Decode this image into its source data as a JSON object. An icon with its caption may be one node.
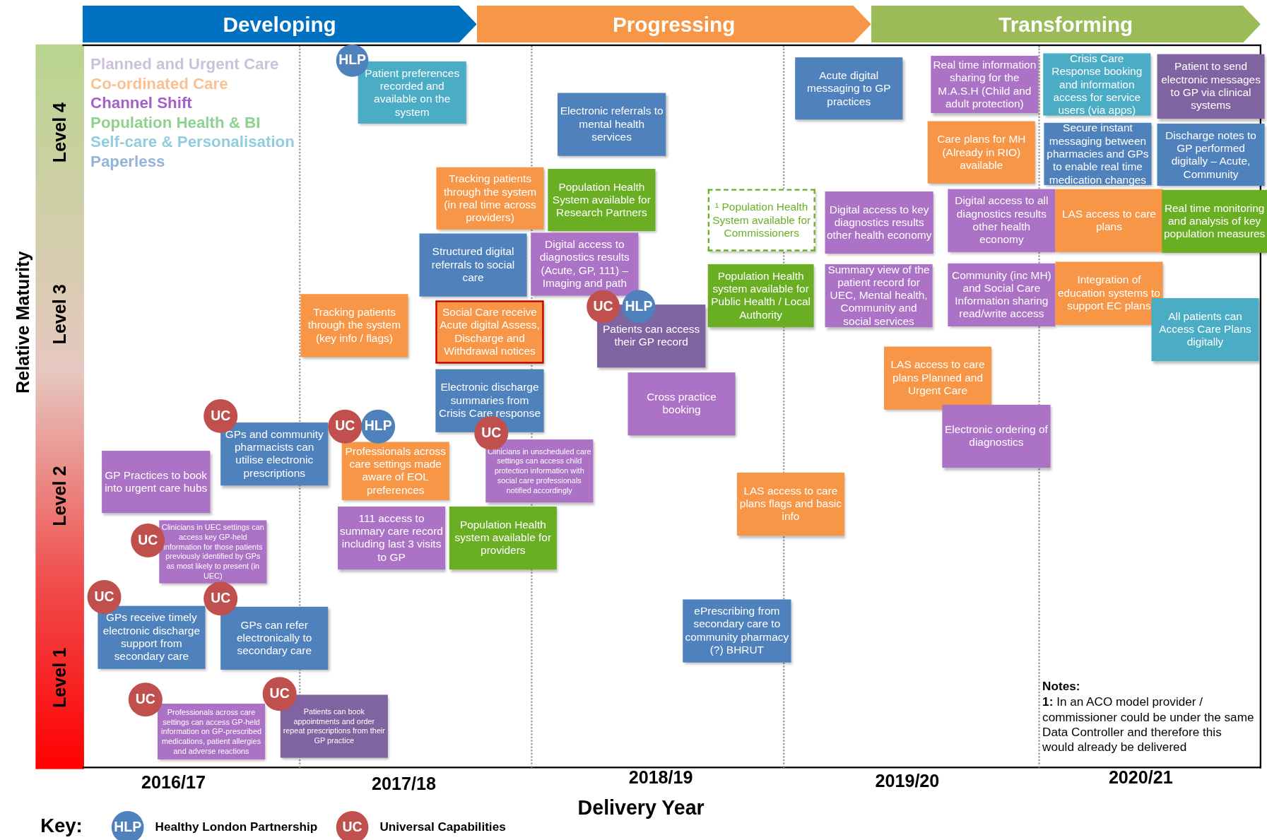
{
  "diagram": {
    "nodes": [
      {
        "text": [
          "Developing"
        ]
      },
      {
        "text": [
          "Progressing"
        ]
      },
      {
        "text": [
          "Transforming"
        ]
      },
      {
        "text": [
          "HLP"
        ]
      },
      {
        "text": [
          "Patient preferences recorded and available on the system"
        ]
      },
      {
        "text": [
          "Electronic referrals to mental health services"
        ]
      },
      {
        "text": [
          "Acute digital messaging to GP practices"
        ]
      },
      {
        "text": [
          "Real time information sharing for the M.A.S.H (Child and adult protection)"
        ]
      },
      {
        "text": [
          "Crisis Care Response booking and information access for service users (via apps)"
        ]
      },
      {
        "text": [
          "Patient to send electronic messages to GP via clinical systems"
        ]
      },
      {
        "text": [
          "Care plans for MH (Already in RIO) available"
        ]
      },
      {
        "text": [
          "Secure instant messaging between pharmacies and GPs to enable real time medication changes"
        ]
      },
      {
        "text": [
          "Discharge notes to GP performed digitally – Acute, Community"
        ]
      },
      {
        "text": [
          "Tracking patients through the system (in real time across providers)"
        ]
      },
      {
        "text": [
          "Population Health System available for Research Partners"
        ]
      },
      {
        "text": [
          "¹ Population Health System available for Commissioners"
        ]
      },
      {
        "text": [
          "Digital access to key diagnostics results other health economy"
        ]
      },
      {
        "text": [
          "Digital access to all diagnostics results other health economy"
        ]
      },
      {
        "text": [
          "LAS access to care plans"
        ]
      },
      {
        "text": [
          "Real time monitoring and analysis of key population measures"
        ]
      },
      {
        "text": [
          "Structured digital referrals to social care"
        ]
      },
      {
        "text": [
          "Digital access to diagnostics results (Acute, GP, 111) – Imaging and path"
        ]
      },
      {
        "text": [
          "Population Health system available for Public Health / Local Authority"
        ]
      },
      {
        "text": [
          "Summary view of the patient record for UEC, Mental health, Community and social services"
        ]
      },
      {
        "text": [
          "Community (inc MH) and Social Care Information sharing read/write access"
        ]
      },
      {
        "text": [
          "Integration of education systems to support EC plans"
        ]
      },
      {
        "text": [
          "Tracking patients through the system (key info / flags)"
        ]
      },
      {
        "text": [
          "Social Care receive Acute digital Assess, Discharge and Withdrawal notices"
        ]
      },
      {
        "text": [
          "UC"
        ]
      },
      {
        "text": [
          "HLP"
        ]
      },
      {
        "text": [
          "Patients can access their GP record"
        ]
      },
      {
        "text": [
          "All patients can Access Care Plans digitally"
        ]
      },
      {
        "text": [
          "LAS access to care plans Planned and Urgent Care"
        ]
      },
      {
        "text": [
          "Electronic discharge summaries from Crisis Care response"
        ]
      },
      {
        "text": [
          "Cross practice booking"
        ]
      },
      {
        "text": [
          "UC"
        ]
      },
      {
        "text": [
          "GPs and community pharmacists can utilise electronic prescriptions"
        ]
      },
      {
        "text": [
          "UC"
        ]
      },
      {
        "text": [
          "HLP"
        ]
      },
      {
        "text": [
          "Professionals across care settings made aware of EOL preferences"
        ]
      },
      {
        "text": [
          "UC"
        ]
      },
      {
        "text": [
          "Clinicians in unscheduled care settings can access child protection information with social care professionals notified accordingly"
        ]
      },
      {
        "text": [
          "Electronic ordering of diagnostics"
        ]
      },
      {
        "text": [
          "GP Practices to book into urgent care hubs"
        ]
      },
      {
        "text": [
          "LAS access to care plans flags and basic info"
        ]
      },
      {
        "text": [
          "111 access to summary care record including last 3 visits to GP"
        ]
      },
      {
        "text": [
          "Population Health system available for providers"
        ]
      },
      {
        "text": [
          "UC"
        ]
      },
      {
        "text": [
          "Clinicians in UEC settings can access key GP-held information for those patients previously identified by GPs as most likely to present (in UEC)"
        ]
      },
      {
        "text": [
          "UC"
        ]
      },
      {
        "text": [
          "UC"
        ]
      },
      {
        "text": [
          "GPs receive timely electronic discharge support from secondary care"
        ]
      },
      {
        "text": [
          "GPs can refer electronically to secondary care"
        ]
      },
      {
        "text": [
          "ePrescribing from secondary care to community pharmacy (?) BHRUT"
        ]
      },
      {
        "text": [
          "UC"
        ]
      },
      {
        "text": [
          "Professionals across care settings can access GP-held information on GP-prescribed medications, patient allergies and adverse reactions"
        ]
      },
      {
        "text": [
          "UC"
        ]
      },
      {
        "text": [
          "Patients can book appointments and order repeat prescriptions from their GP practice"
        ]
      },
      {
        "text": [
          "HLP"
        ],
        "beside": [
          "Healthy London Partnership"
        ]
      },
      {
        "text": [
          "UC"
        ],
        "beside": [
          "Universal Capabilities"
        ]
      }
    ],
    "labels": [
      "Relative Maturity",
      "Level 4",
      "Level 3",
      "Level 2",
      "Level 1",
      "Notes:",
      "**1:** In an ACO model provider / commissioner could be under the same Data Controller and therefore this would already be delivered",
      "2016/17",
      "2017/18",
      "2018/19",
      "2019/20",
      "2020/21",
      "Delivery Year",
      "Key:"
    ],
    "legend": [
      {
        "text": "Planned and Urgent Care",
        "color": "#ccc1da"
      },
      {
        "text": "Co-ordinated Care",
        "color": "#fac090"
      },
      {
        "text": "Channel Shift",
        "color": "#a55fc8"
      },
      {
        "text": "Population Health & BI",
        "color": "#8fd18f"
      },
      {
        "text": "Self-care & Personalisation",
        "color": "#93cddd"
      },
      {
        "text": "Paperless",
        "color": "#95b3d7"
      }
    ]
  }
}
